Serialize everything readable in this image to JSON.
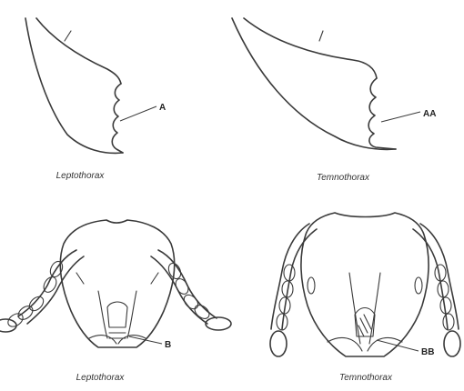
{
  "panels": {
    "top_left": {
      "caption": "Leptothorax",
      "label": "A"
    },
    "top_right": {
      "caption": "Temnothorax",
      "label": "AA"
    },
    "bottom_left": {
      "caption": "Leptothorax",
      "label": "B"
    },
    "bottom_right": {
      "caption": "Temnothorax",
      "label": "BB"
    }
  },
  "colors": {
    "ink": "#3a3a3a",
    "background": "#ffffff"
  }
}
